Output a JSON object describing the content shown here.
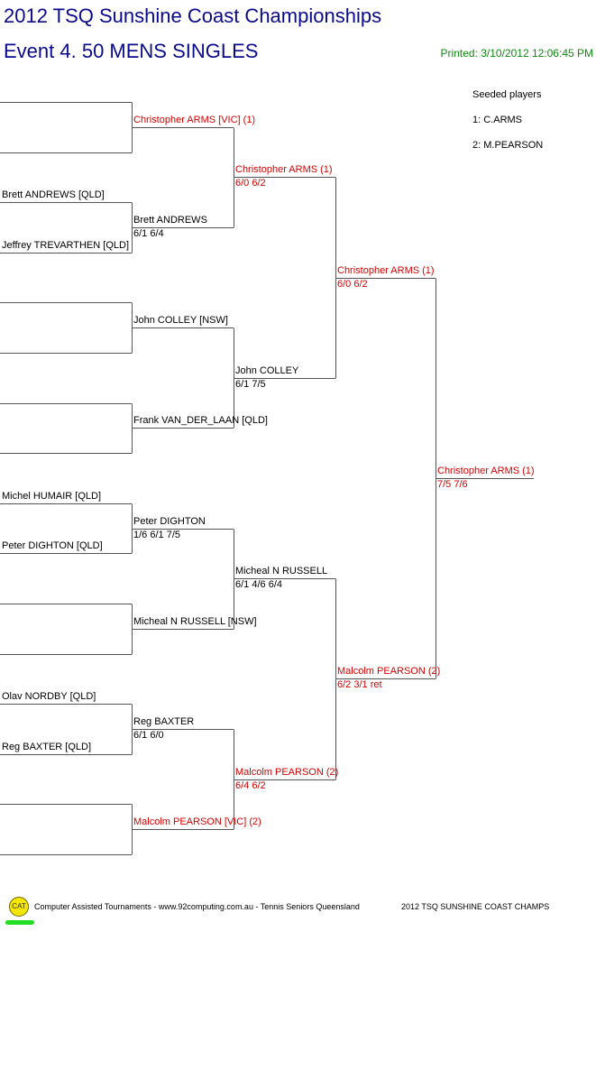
{
  "header": {
    "title": "2012 TSQ Sunshine Coast Championships",
    "event": "Event 4. 50 MENS SINGLES",
    "printed": "Printed: 3/10/2012 12:06:45 PM"
  },
  "seeds": {
    "heading": "Seeded players",
    "list": [
      "1: C.ARMS",
      "2: M.PEARSON"
    ]
  },
  "colors": {
    "title": "#0a0a8c",
    "printed": "#118811",
    "seeded_text": "#d40000",
    "lines": "#555555"
  },
  "rounds": [
    {
      "slots": [
        {
          "name": "",
          "seed": false
        },
        {
          "name": "",
          "seed": false
        },
        {
          "name": "Brett ANDREWS [QLD]",
          "seed": false
        },
        {
          "name": "Jeffrey TREVARTHEN [QLD]",
          "seed": false
        },
        {
          "name": "",
          "seed": false
        },
        {
          "name": "",
          "seed": false
        },
        {
          "name": "",
          "seed": false
        },
        {
          "name": "",
          "seed": false
        },
        {
          "name": "Michel HUMAIR [QLD]",
          "seed": false
        },
        {
          "name": "Peter DIGHTON [QLD]",
          "seed": false
        },
        {
          "name": "",
          "seed": false
        },
        {
          "name": "",
          "seed": false
        },
        {
          "name": "Olav NORDBY [QLD]",
          "seed": false
        },
        {
          "name": "Reg BAXTER [QLD]",
          "seed": false
        },
        {
          "name": "",
          "seed": false
        },
        {
          "name": "",
          "seed": false
        }
      ]
    },
    {
      "slots": [
        {
          "name": "Christopher ARMS [VIC] (1)",
          "score": "",
          "seed": true
        },
        {
          "name": "Brett ANDREWS",
          "score": "6/1 6/4",
          "seed": false
        },
        {
          "name": "John COLLEY [NSW]",
          "score": "",
          "seed": false
        },
        {
          "name": "Frank VAN_DER_LAAN [QLD]",
          "score": "",
          "seed": false
        },
        {
          "name": "Peter DIGHTON",
          "score": "1/6 6/1 7/5",
          "seed": false
        },
        {
          "name": "Micheal N RUSSELL [NSW]",
          "score": "",
          "seed": false
        },
        {
          "name": "Reg BAXTER",
          "score": "6/1 6/0",
          "seed": false
        },
        {
          "name": "Malcolm PEARSON [VIC] (2)",
          "score": "",
          "seed": true
        }
      ]
    },
    {
      "slots": [
        {
          "name": "Christopher ARMS (1)",
          "score": "6/0 6/2",
          "seed": true
        },
        {
          "name": "John COLLEY",
          "score": "6/1 7/5",
          "seed": false
        },
        {
          "name": "Micheal N RUSSELL",
          "score": "6/1 4/6 6/4",
          "seed": false
        },
        {
          "name": "Malcolm PEARSON (2)",
          "score": "6/4 6/2",
          "seed": true
        }
      ]
    },
    {
      "slots": [
        {
          "name": "Christopher ARMS (1)",
          "score": "6/0 6/2",
          "seed": true
        },
        {
          "name": "Malcolm PEARSON (2)",
          "score": "6/2 3/1 ret",
          "seed": true
        }
      ]
    },
    {
      "slots": [
        {
          "name": "Christopher ARMS (1)",
          "score": "7/5 7/6",
          "seed": true
        }
      ]
    }
  ],
  "footer": {
    "logo_text": "CAT",
    "credit": "Computer Assisted Tournaments - www.92computing.com.au -  Tennis Seniors Queensland",
    "event": "2012 TSQ SUNSHINE COAST CHAMPS"
  }
}
